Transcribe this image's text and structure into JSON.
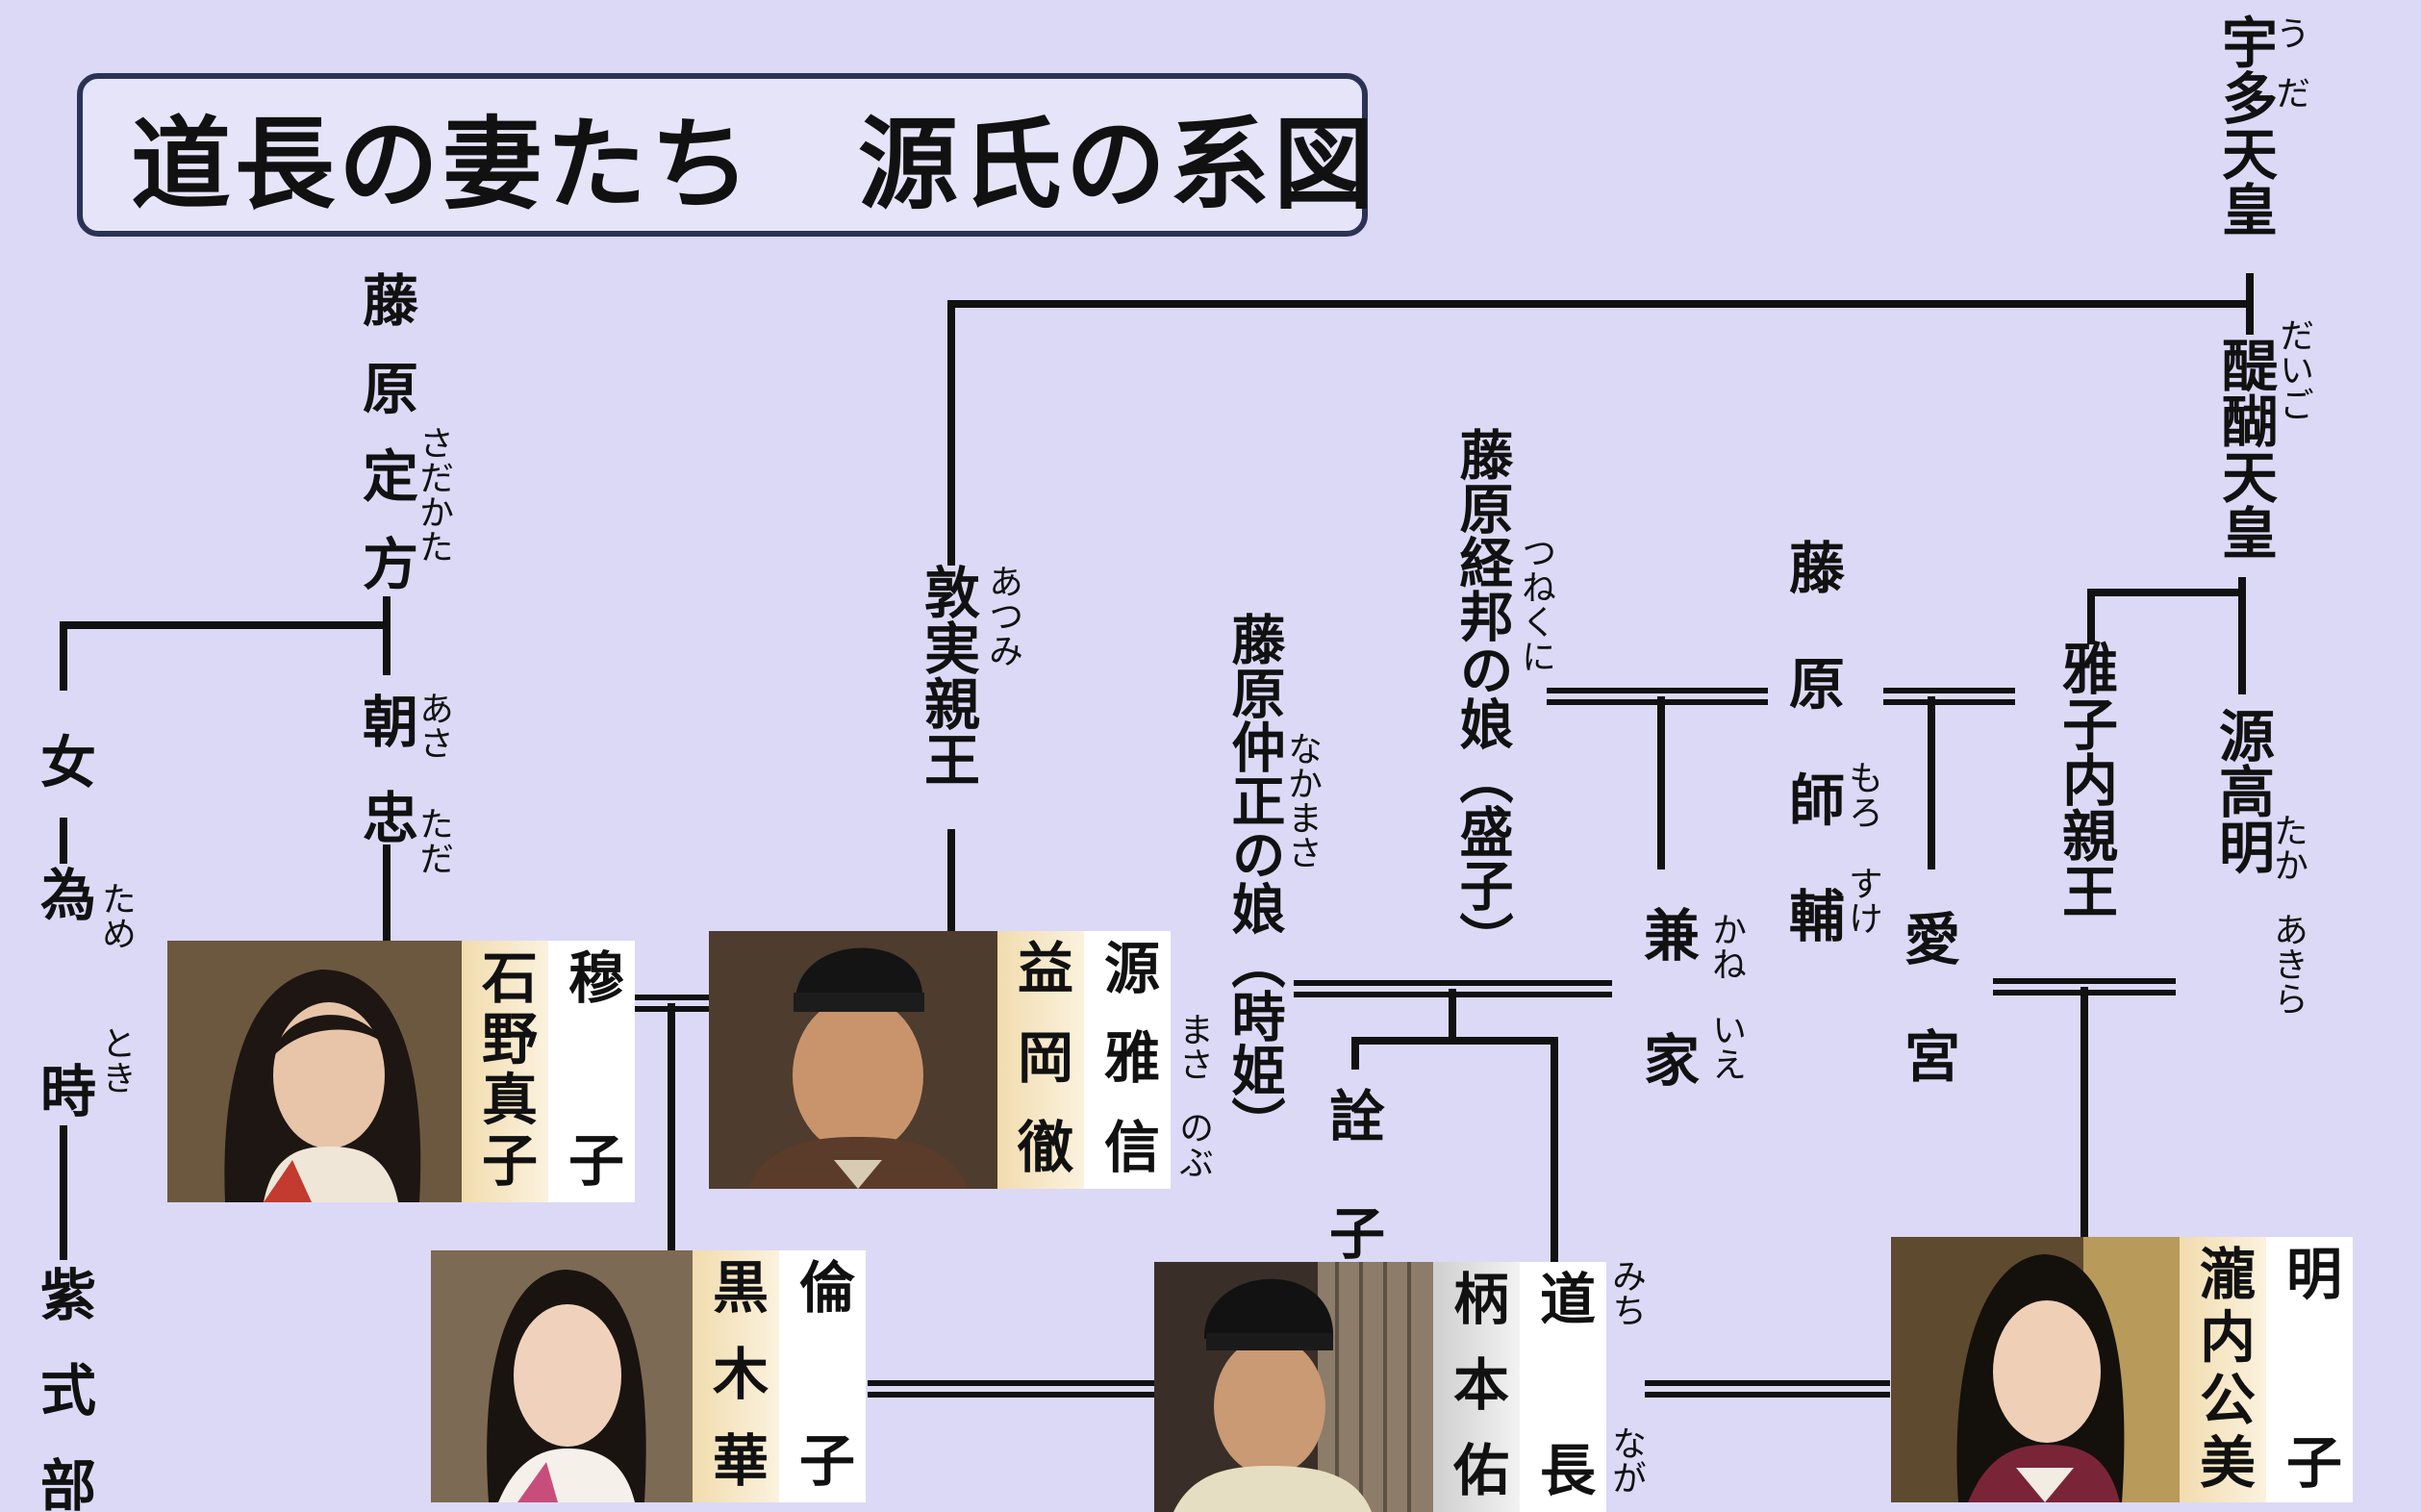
{
  "title": "道長の妻たち　源氏の系図",
  "nodes": {
    "uda": {
      "name": "宇多天皇",
      "ruby_1": "う",
      "ruby_2": "だ"
    },
    "daigo": {
      "name": "醍醐天皇",
      "ruby": "だいご"
    },
    "atsumi": {
      "name": "敦実親王",
      "ruby": "あつみ"
    },
    "sadakata": {
      "name": "藤原定方",
      "ruby": "さだかた"
    },
    "asatada": {
      "name": "朝忠",
      "ruby_1": "あさ",
      "ruby_2": "ただ"
    },
    "onna": {
      "name": "女"
    },
    "tametoki": {
      "name": "為時",
      "ruby_1": "ため",
      "ruby_2": "とき"
    },
    "murasaki": {
      "name": "紫式部"
    },
    "nakamasa_musume": {
      "name": "藤原仲正の娘（時姫）",
      "ruby": "なかまさ"
    },
    "tsunekuni_musume": {
      "name": "藤原経邦の娘（盛子）",
      "ruby": "つねくに"
    },
    "morosuke": {
      "name": "藤原師輔",
      "ruby_1": "もろ",
      "ruby_2": "すけ"
    },
    "kaneie": {
      "name": "兼家",
      "ruby_1": "かね",
      "ruby_2": "いえ"
    },
    "senshi": {
      "name": "詮子"
    },
    "aimiya": {
      "name": "愛宮"
    },
    "masako": {
      "name": "雅子内親王"
    },
    "takaakira": {
      "name": "源高明",
      "ruby_1": "たか",
      "ruby_2": "あきら"
    }
  },
  "cards": [
    {
      "role": "穆子",
      "actor": "石野真子"
    },
    {
      "role": "源雅信",
      "actor": "益岡徹",
      "ruby_1": "まさ",
      "ruby_2": "のぶ"
    },
    {
      "role": "倫子",
      "actor": "黒木華"
    },
    {
      "role": "道長",
      "actor": "柄本佑",
      "ruby_1": "みち",
      "ruby_2": "なが"
    },
    {
      "role": "明子",
      "actor": "瀧内公美"
    }
  ],
  "colors": {
    "background": "#dcd9f6",
    "line": "#111111",
    "title_border": "#2b3355",
    "actor_label": "#f1dcae"
  }
}
